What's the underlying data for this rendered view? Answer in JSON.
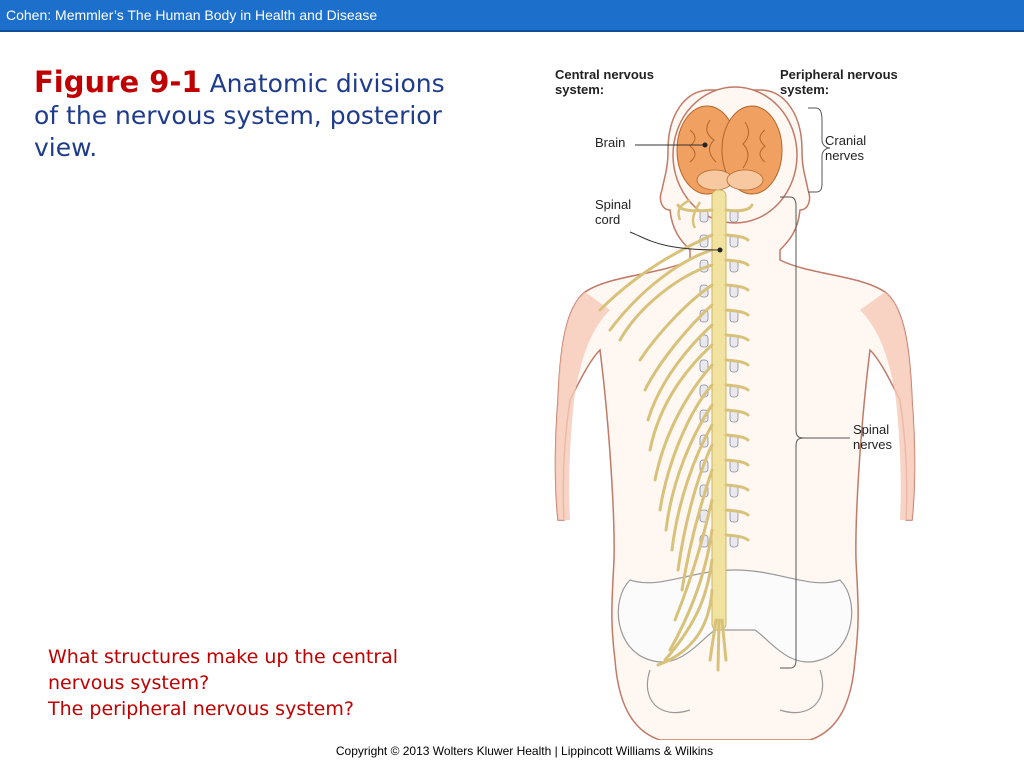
{
  "header": {
    "title": "Cohen: Memmler’s The Human Body in Health and Disease"
  },
  "slide": {
    "figure_number": "Figure 9-1",
    "caption_line1": "Anatomic divisions",
    "caption_line2": "of the nervous system, posterior",
    "caption_line3": "view.",
    "question_line1": "What structures make up the central",
    "question_line2": "nervous system?",
    "question_line3": "The peripheral nervous system?"
  },
  "figure_labels": {
    "cns_line1": "Central nervous",
    "cns_line2": "system:",
    "pns_line1": "Peripheral nervous",
    "pns_line2": "system:",
    "brain": "Brain",
    "spinal_cord_line1": "Spinal",
    "spinal_cord_line2": "cord",
    "cranial_line1": "Cranial",
    "cranial_line2": "nerves",
    "spinal_nerves_line1": "Spinal",
    "spinal_nerves_line2": "nerves"
  },
  "footer": {
    "copyright": "Copyright © 2013 Wolters Kluwer Health | Lippincott Williams & Wilkins"
  },
  "colors": {
    "header_bar": "#1c6fcb",
    "figure_number": "#c00000",
    "caption": "#1f3c8c",
    "question": "#c00000",
    "brain": "#f0a060",
    "nerves": "#f2e2a0",
    "skin": "#f6c9b8"
  }
}
